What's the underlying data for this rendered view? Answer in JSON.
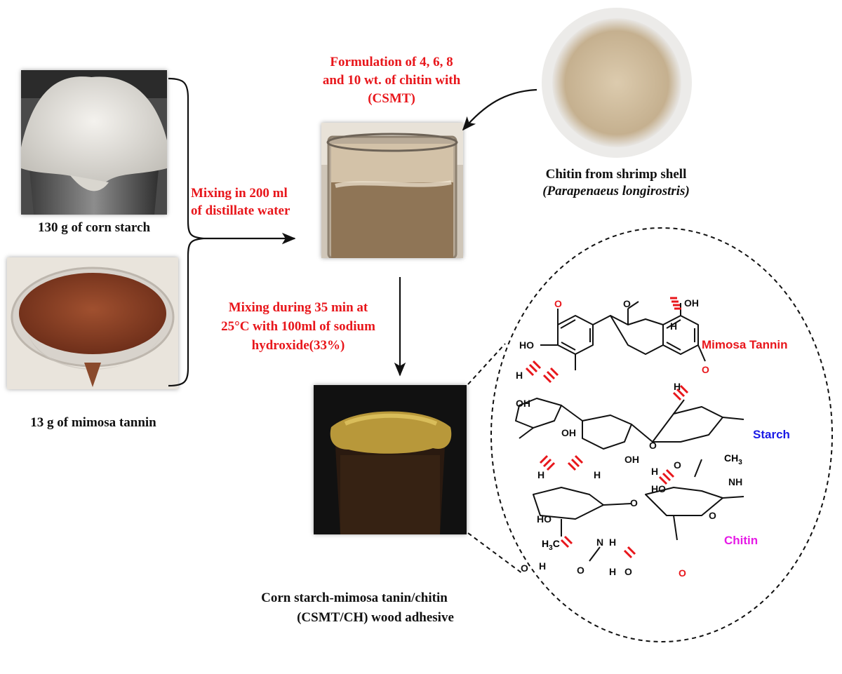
{
  "ingredients": {
    "starch_label": "130 g of corn starch",
    "tannin_label": "13 g of mimosa tannin"
  },
  "steps": {
    "mixing_water_line1": "Mixing in 200 ml",
    "mixing_water_line2": "of distillate water",
    "formulation_line1": "Formulation of 4, 6, 8",
    "formulation_line2": "and 10 wt.  of chitin with",
    "formulation_line3": "(CSMT)",
    "naoh_line1": "Mixing during 35 min at",
    "naoh_line2": "25°C with 100ml of sodium",
    "naoh_line3": "hydroxide(33%)"
  },
  "chitin_source": {
    "line1": "Chitin from shrimp shell",
    "line2": "(Parapenaeus longirostris)"
  },
  "product": {
    "line1": "Corn starch-mimosa tanin/chitin",
    "line2": "(CSMT/CH) wood adhesive"
  },
  "structure": {
    "mimosa_tannin": "Mimosa Tannin",
    "starch": "Starch",
    "chitin": "Chitin",
    "oh": "OH",
    "ho": "HO",
    "h": "H",
    "o": "O",
    "n": "N",
    "nh": "NH",
    "ch3": "CH",
    "ch3_sub": "3",
    "h3c": "H",
    "h3c_sub": "3",
    "h3c_c": "C"
  },
  "colors": {
    "red_text": "#e8161b",
    "starch_label": "#1a1ae6",
    "chitin_label": "#e61ae6",
    "hbond": "#e8161b"
  }
}
